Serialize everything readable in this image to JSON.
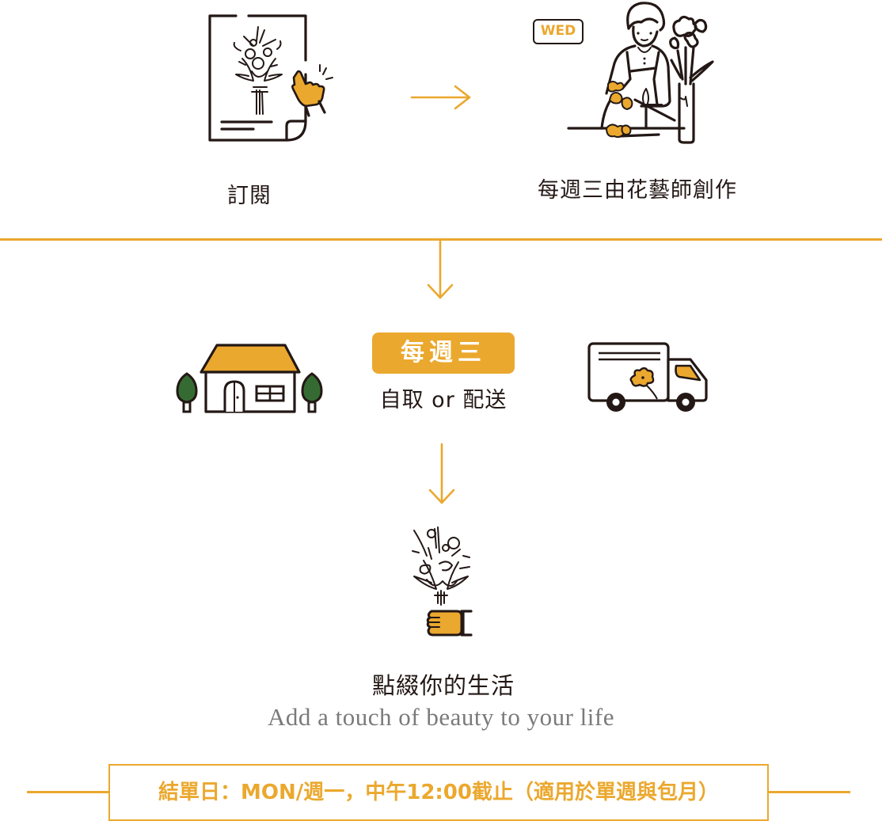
{
  "colors": {
    "accent": "#EBA82E",
    "ink": "#231815",
    "tree_green": "#356B32",
    "subtitle_gray": "#7a7a7a",
    "background": "#ffffff"
  },
  "steps": [
    {
      "id": "subscribe",
      "icon": "flyer-with-tapping-hand-icon",
      "label": "訂閱"
    },
    {
      "id": "florist",
      "icon": "florist-arranging-flowers-icon",
      "badge": "WED",
      "label": "每週三由花藝師創作"
    },
    {
      "id": "delivery",
      "badge": "每週三",
      "label": "自取 or 配送",
      "left_icon": "house-with-trees-icon",
      "right_icon": "delivery-truck-icon"
    },
    {
      "id": "enjoy",
      "icon": "hand-holding-bouquet-icon",
      "label": "點綴你的生活",
      "subtitle": "Add a touch of beauty to your life"
    }
  ],
  "arrows": [
    {
      "id": "arrow-1",
      "direction": "right"
    },
    {
      "id": "arrow-2",
      "direction": "down"
    },
    {
      "id": "arrow-3",
      "direction": "down"
    }
  ],
  "deadline": {
    "text": "結單日：MON/週一，中午12:00截止（適用於單週與包月）"
  }
}
